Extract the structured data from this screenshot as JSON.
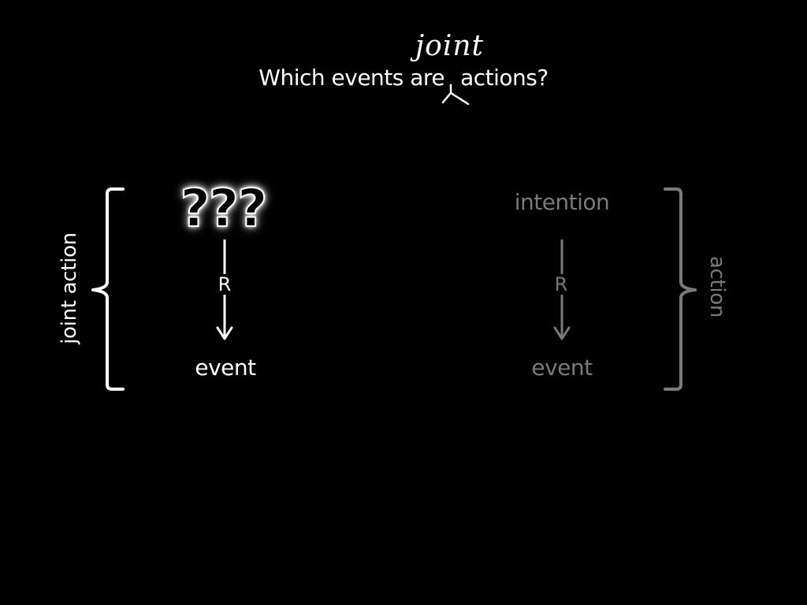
{
  "title": {
    "before": "Which events are",
    "after": "actions?",
    "inserted_word": "joint"
  },
  "left_diagram": {
    "label": "joint action",
    "top_node": "???",
    "relation": "R",
    "bottom_node": "event",
    "color": "#ffffff"
  },
  "right_diagram": {
    "label": "action",
    "top_node": "intention",
    "relation": "R",
    "bottom_node": "event",
    "color": "#7a7a7a"
  }
}
